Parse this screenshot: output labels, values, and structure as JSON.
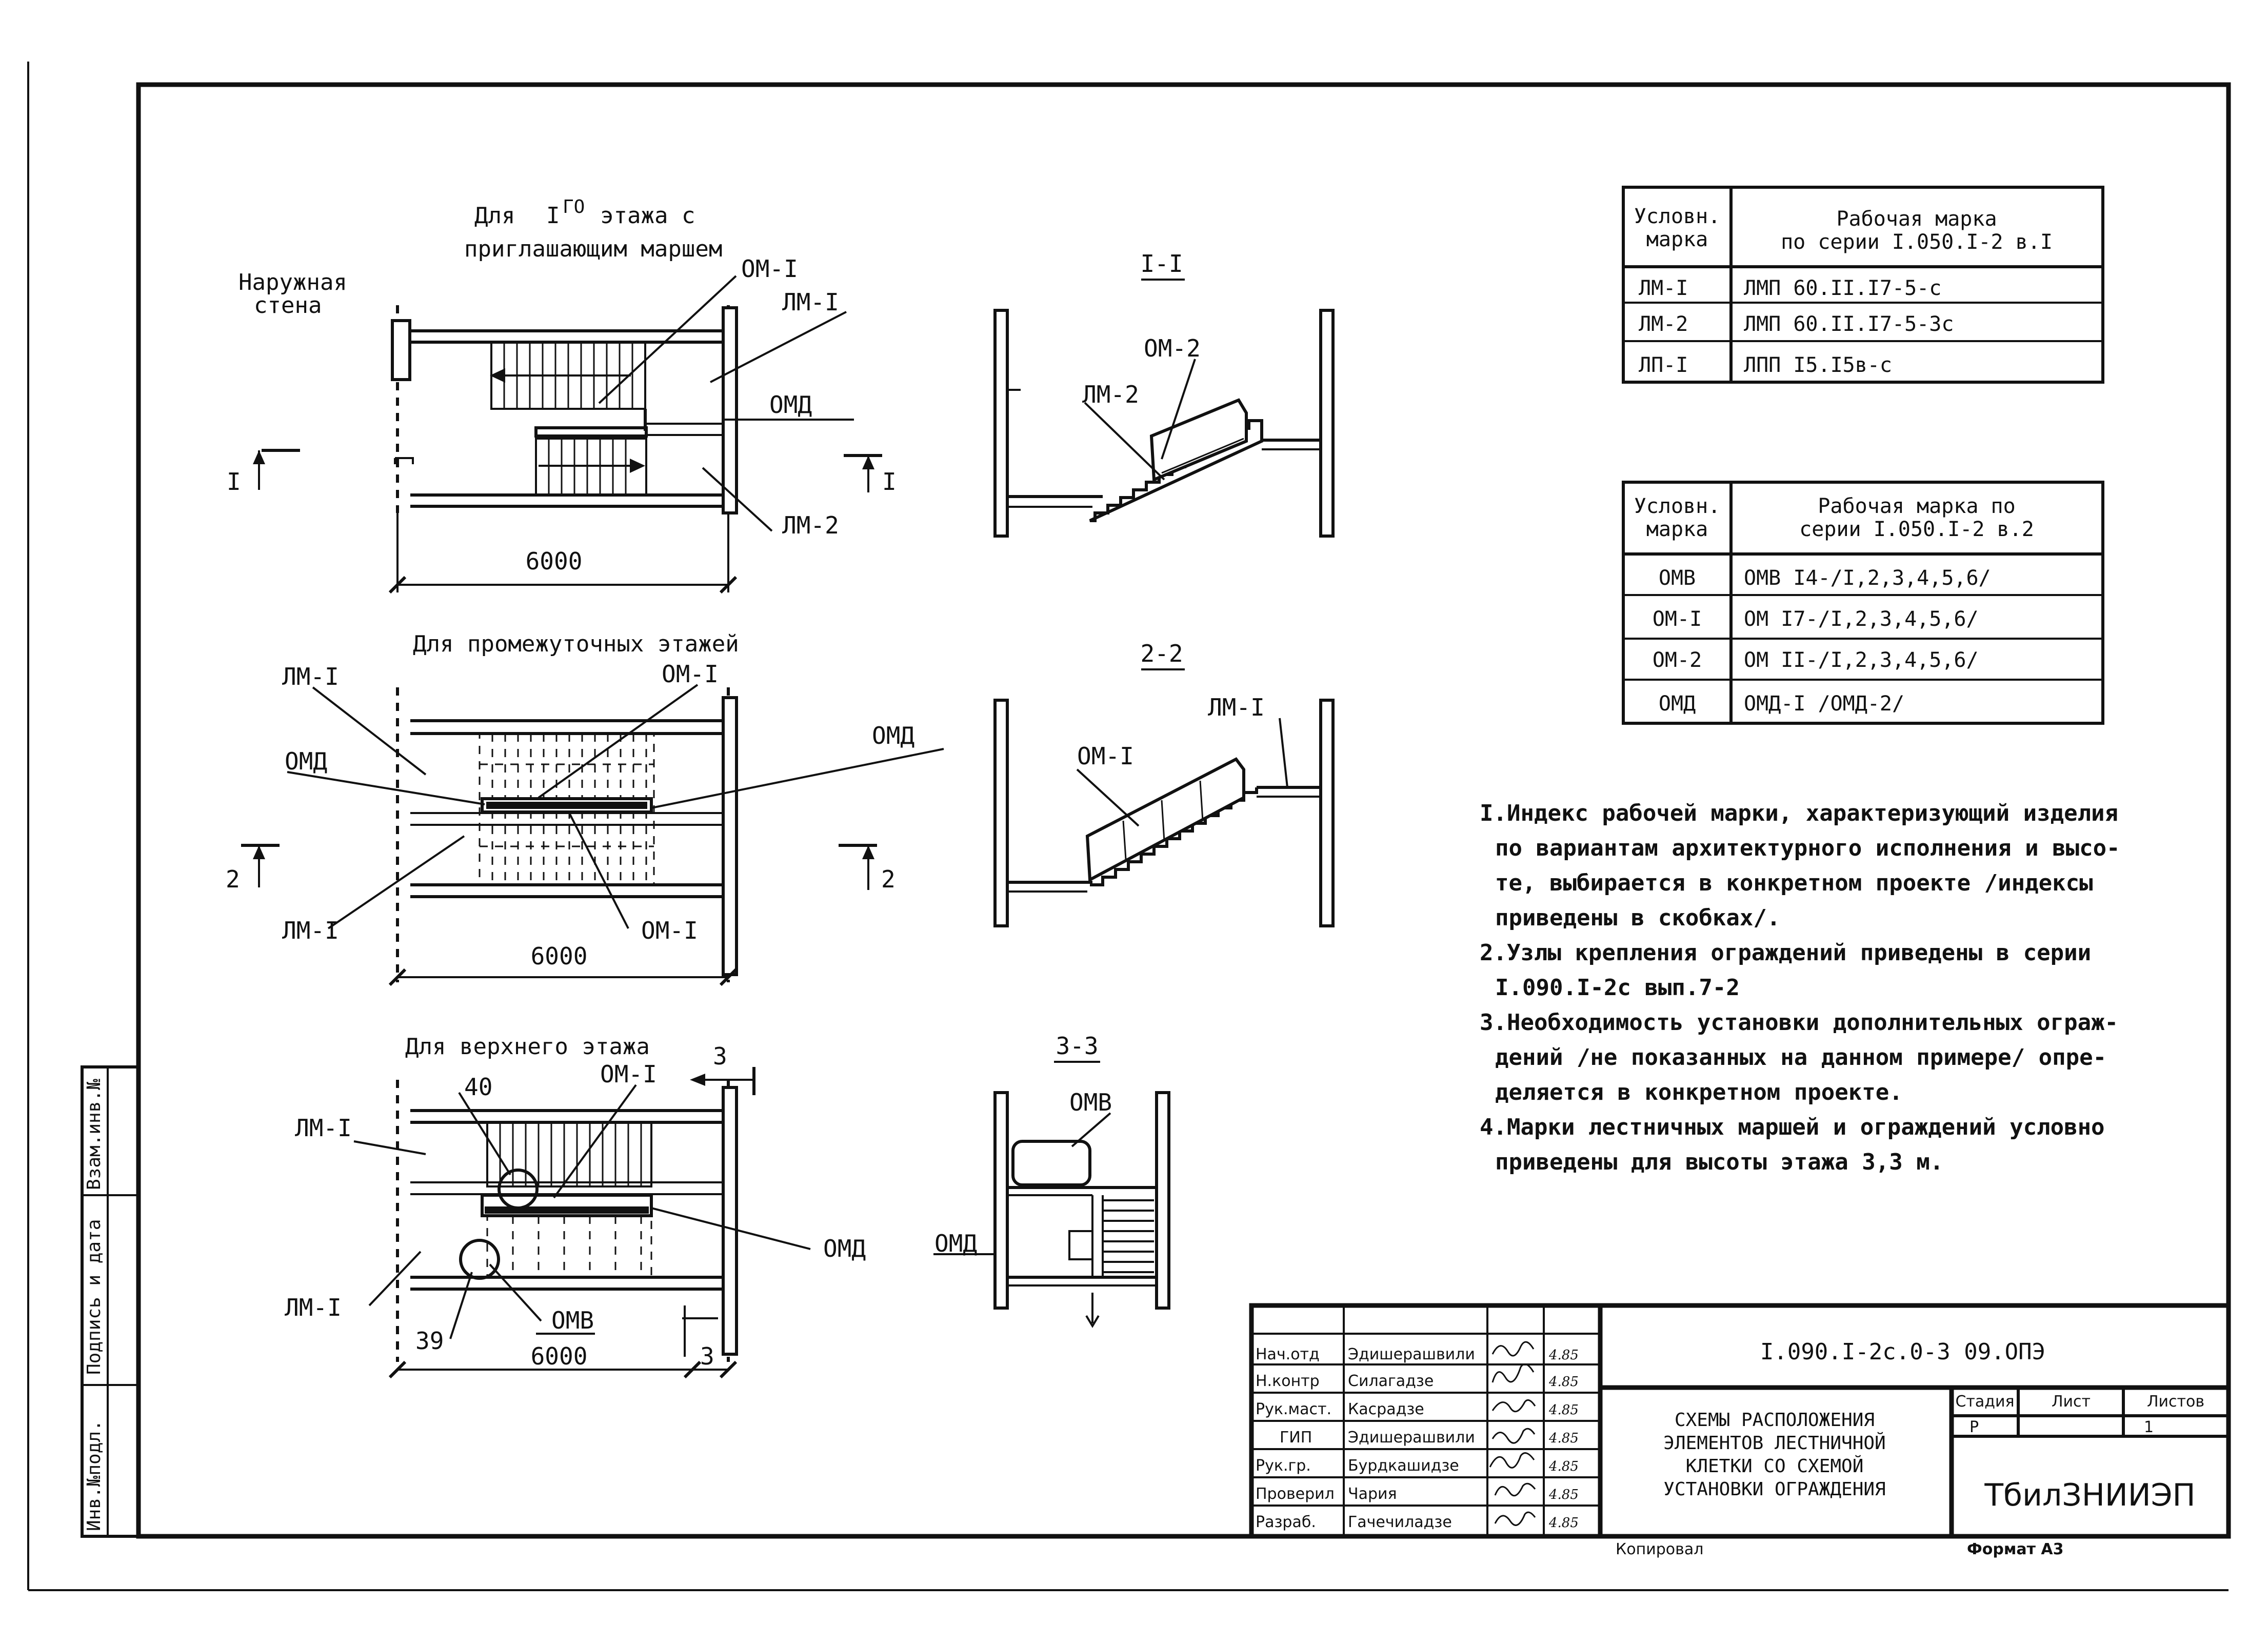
{
  "plans": {
    "first_floor": {
      "title_line1_a": "Для",
      "title_line1_b": "I",
      "title_line1_sup": "ГО",
      "title_line1_c": "этажа с",
      "title_line2": "приглашающим маршем",
      "outer_wall_line1": "Наружная",
      "outer_wall_line2": "стена",
      "labels": {
        "om1": "ОМ-I",
        "lm1": "ЛМ-I",
        "omd": "ОМД",
        "lm2": "ЛМ-2"
      },
      "section_left": "I",
      "section_right": "I",
      "dimension": "6000"
    },
    "middle_floor": {
      "title": "Для промежуточных этажей",
      "labels": {
        "lm1_top": "ЛМ-I",
        "om1_top": "ОМ-I",
        "omd_left": "ОМД",
        "omd_right": "ОМД",
        "lm1_bottom": "ЛМ-I",
        "om1_bottom": "ОМ-I"
      },
      "section_left": "2",
      "section_right": "2",
      "dimension": "6000"
    },
    "top_floor": {
      "title": "Для верхнего этажа",
      "section_mark": "3",
      "labels": {
        "d40": "40",
        "om1": "ОМ-I",
        "lm1_top": "ЛМ-I",
        "omd": "ОМД",
        "lm1_bottom": "ЛМ-I",
        "d39": "39",
        "omv": "ОМВ"
      },
      "dim_small": "3",
      "dimension": "6000"
    }
  },
  "sections": {
    "s1": {
      "title": "I-I",
      "om2": "ОМ-2",
      "lm2": "ЛМ-2"
    },
    "s2": {
      "title": "2-2",
      "lm1": "ЛМ-I",
      "om1": "ОМ-I"
    },
    "s3": {
      "title": "3-3",
      "omv": "ОМВ",
      "omd": "ОМД"
    }
  },
  "table1": {
    "header_col1_line1": "Условн.",
    "header_col1_line2": "марка",
    "header_col2_line1": "Рабочая марка",
    "header_col2_line2": "по серии I.050.I-2 в.I",
    "rows": [
      {
        "mark": "ЛМ-I",
        "work": "ЛМП 60.II.I7-5-с"
      },
      {
        "mark": "ЛМ-2",
        "work": "ЛМП 60.II.I7-5-3с"
      },
      {
        "mark": "ЛП-I",
        "work": "ЛПП I5.I5в-с"
      }
    ]
  },
  "table2": {
    "header_col1_line1": "Условн.",
    "header_col1_line2": "марка",
    "header_col2_line1": "Рабочая марка по",
    "header_col2_line2": "серии I.050.I-2 в.2",
    "rows": [
      {
        "mark": "ОМВ",
        "work": "ОМВ I4-/I,2,3,4,5,6/"
      },
      {
        "mark": "ОМ-I",
        "work": "ОМ I7-/I,2,3,4,5,6/"
      },
      {
        "mark": "ОМ-2",
        "work": "ОМ II-/I,2,3,4,5,6/"
      },
      {
        "mark": "ОМД",
        "work": "ОМД-I /ОМД-2/"
      }
    ]
  },
  "notes": [
    "I.Индекс рабочей марки, характеризующий изделия",
    "по вариантам архитектурного исполнения и высо-",
    "те, выбирается в конкретном проекте /индексы",
    "приведены в скобках/.",
    "2.Узлы крепления ограждений приведены в  серии",
    "I.090.I-2с вып.7-2",
    "3.Необходимость установки дополнительных ограж-",
    "дений /не показанных на данном примере/ опре-",
    "деляется в конкретном проекте.",
    "4.Марки лестничных маршей и ограждений условно",
    "приведены для высоты этажа 3,3 м."
  ],
  "title_block": {
    "signers": [
      {
        "role": "Нач.отд",
        "name": "Эдишерашвили",
        "date": "4.85"
      },
      {
        "role": "Н.контр",
        "name": "Силагадзе",
        "date": "4.85"
      },
      {
        "role": "Рук.маст.",
        "name": "Касрадзе",
        "date": "4.85"
      },
      {
        "role": "ГИП",
        "name": "Эдишерашвили",
        "date": "4.85"
      },
      {
        "role": "Рук.гр.",
        "name": "Бурдкашидзе",
        "date": "4.85"
      },
      {
        "role": "Проверил",
        "name": "Чария",
        "date": "4.85"
      },
      {
        "role": "Разраб.",
        "name": "Гачечиладзе",
        "date": "4.85"
      }
    ],
    "code": "I.090.I-2с.0-3 09.ОПЭ",
    "desc_lines": [
      "СХЕМЫ РАСПОЛОЖЕНИЯ",
      "ЭЛЕМЕНТОВ ЛЕСТНИЧНОЙ",
      "КЛЕТКИ СО СХЕМОЙ",
      "УСТАНОВКИ ОГРАЖДЕНИЯ"
    ],
    "stage_label": "Стадия",
    "sheet_label": "Лист",
    "sheets_label": "Листов",
    "stage": "Р",
    "sheet": "1",
    "org": "ТбилЗНИИЭП",
    "copied": "Копировал",
    "format": "Формат А3"
  },
  "side_stamp": [
    "Инв.№подл.",
    "Подпись и дата",
    "Взам.инв.№"
  ]
}
